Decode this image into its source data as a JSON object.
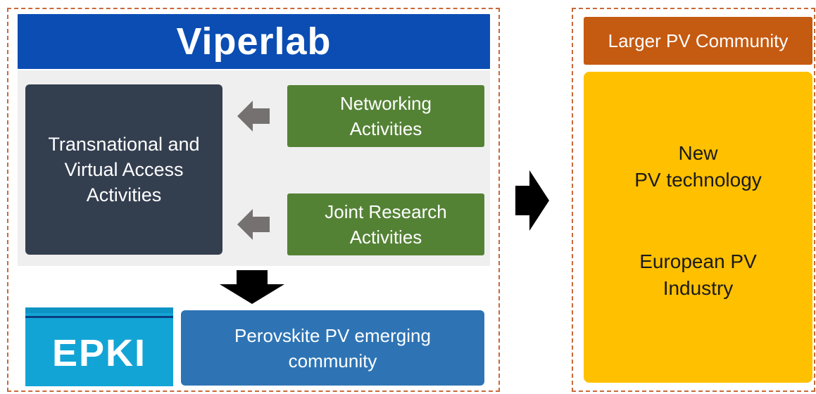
{
  "viperlab": {
    "title": "Viperlab",
    "transnational": "Transnational and\nVirtual Access\nActivities",
    "networking": "Networking\nActivities",
    "joint_research": "Joint Research\nActivities"
  },
  "epki": {
    "logo_text": "EPKI",
    "community": "Perovskite PV emerging\ncommunity"
  },
  "larger": {
    "title": "Larger PV Community",
    "new_pv": "New\nPV technology",
    "industry": "European PV\nIndustry"
  },
  "colors": {
    "title_blue": "#0b4db3",
    "dark_box": "#333e4f",
    "green": "#548235",
    "community_blue": "#2e74b5",
    "orange": "#c55a11",
    "yellow": "#ffc000",
    "frame": "#c8693a"
  }
}
